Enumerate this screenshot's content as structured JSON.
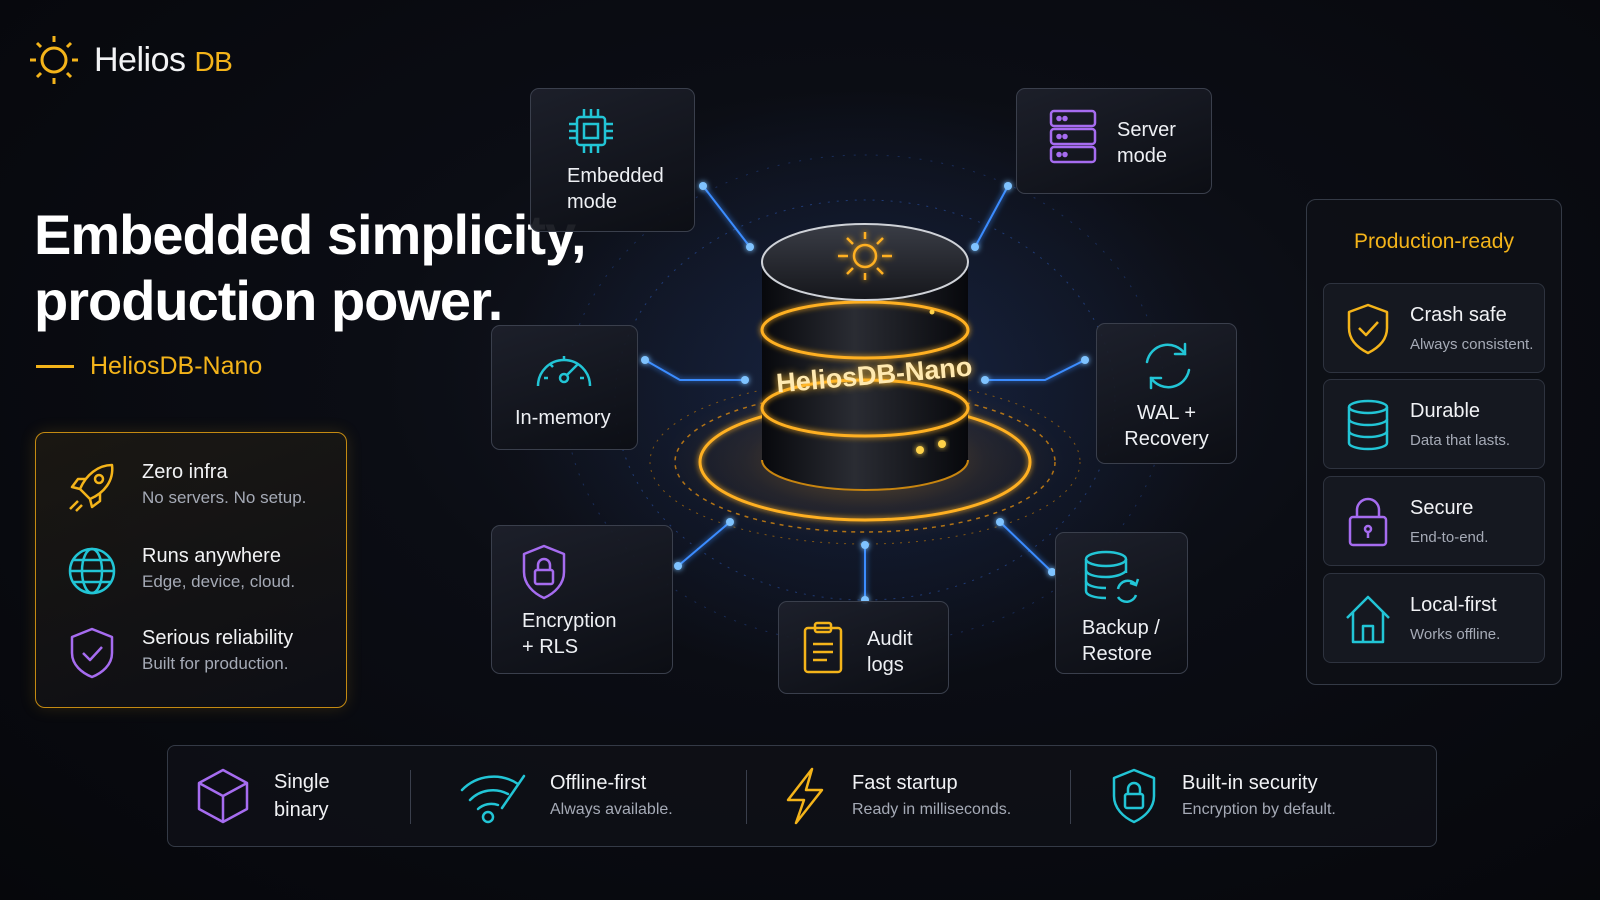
{
  "brand": {
    "name": "Helios",
    "suffix": "DB"
  },
  "headline": {
    "line1": "Embedded simplicity,",
    "line2": "production power."
  },
  "subtitle": "HeliosDB-Nano",
  "left_features": [
    {
      "icon": "rocket-icon",
      "title": "Zero infra",
      "desc": "No servers. No setup."
    },
    {
      "icon": "globe-icon",
      "title": "Runs anywhere",
      "desc": "Edge, device, cloud."
    },
    {
      "icon": "shield-check-icon",
      "title": "Serious reliability",
      "desc": "Built for production."
    }
  ],
  "center": {
    "title": "HeliosDB-Nano",
    "icon": "sun-icon"
  },
  "nodes": {
    "embedded": {
      "icon": "chip-icon",
      "line1": "Embedded",
      "line2": "mode"
    },
    "server": {
      "icon": "server-icon",
      "line1": "Server",
      "line2": "mode"
    },
    "inmemory": {
      "icon": "gauge-icon",
      "line1": "In-memory"
    },
    "wal": {
      "icon": "sync-icon",
      "line1": "WAL +",
      "line2": "Recovery"
    },
    "encryption": {
      "icon": "shield-lock-icon",
      "line1": "Encryption",
      "line2": "+ RLS"
    },
    "audit": {
      "icon": "clipboard-icon",
      "line1": "Audit",
      "line2": "logs"
    },
    "backup": {
      "icon": "database-sync-icon",
      "line1": "Backup /",
      "line2": "Restore"
    }
  },
  "production": {
    "title": "Production-ready",
    "items": [
      {
        "icon": "shield-check-icon",
        "title": "Crash safe",
        "desc": "Always consistent."
      },
      {
        "icon": "database-icon",
        "title": "Durable",
        "desc": "Data that lasts."
      },
      {
        "icon": "lock-icon",
        "title": "Secure",
        "desc": "End-to-end."
      },
      {
        "icon": "home-icon",
        "title": "Local-first",
        "desc": "Works offline."
      }
    ]
  },
  "bottom": [
    {
      "icon": "cube-icon",
      "title": "Single",
      "title2": "binary"
    },
    {
      "icon": "wifi-icon",
      "title": "Offline-first",
      "desc": "Always available."
    },
    {
      "icon": "lightning-icon",
      "title": "Fast startup",
      "desc": "Ready in milliseconds."
    },
    {
      "icon": "shield-lock-icon",
      "title": "Built-in security",
      "desc": "Encryption by default."
    }
  ],
  "colors": {
    "accent": "#f4b41a",
    "cyan": "#22c5d6",
    "purple": "#a66cf0",
    "blue_glow": "#3a8cff"
  }
}
